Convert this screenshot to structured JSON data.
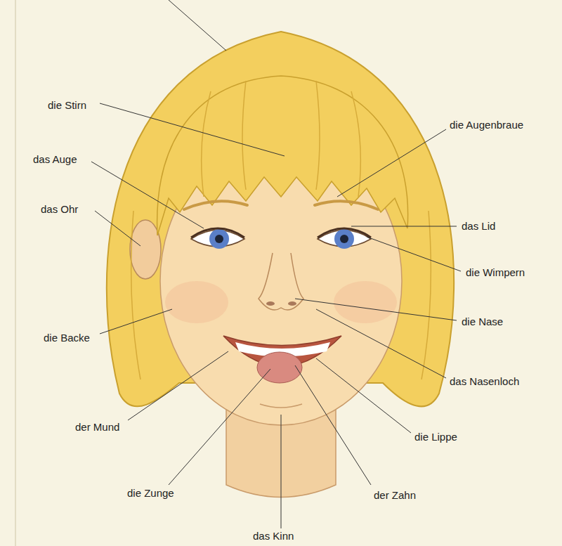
{
  "diagram": {
    "labels": [
      "die Stirn",
      "das Auge",
      "das Ohr",
      "die Backe",
      "der Mund",
      "die Zunge",
      "das Kinn",
      "die Augenbraue",
      "das Lid",
      "die Wimpern",
      "die Nase",
      "das Nasenloch",
      "die Lippe",
      "der Zahn"
    ]
  }
}
